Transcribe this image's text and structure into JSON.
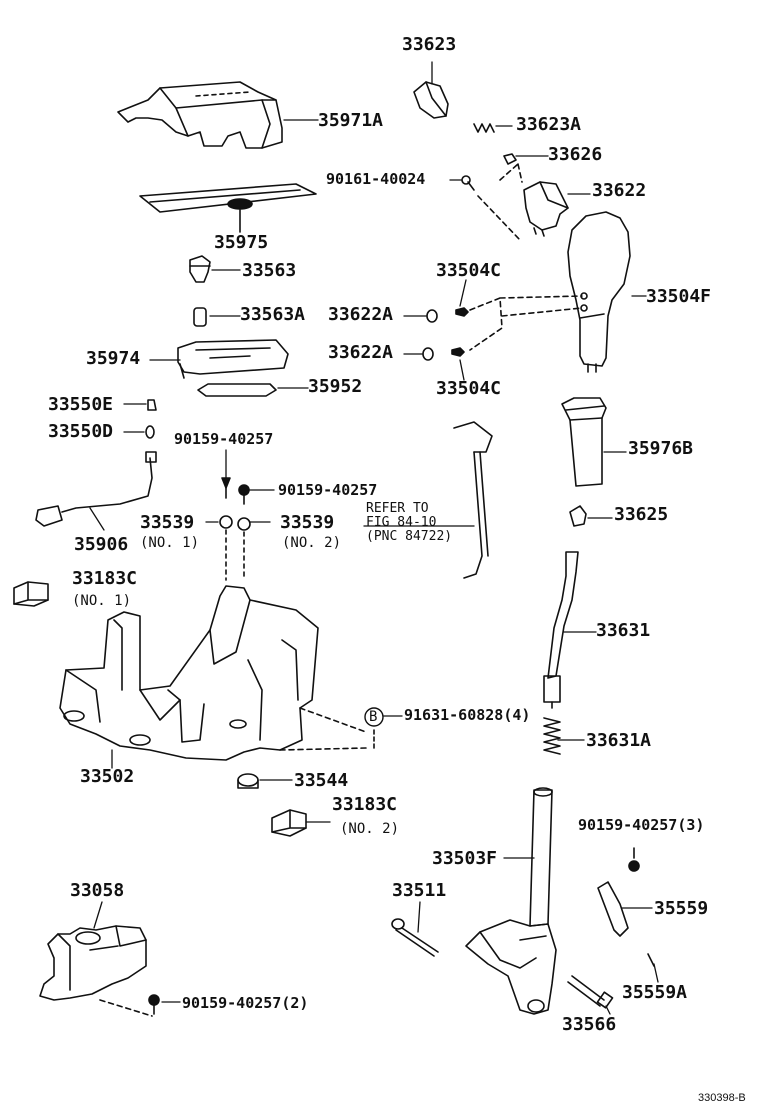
{
  "figure_id": "330398-B",
  "callout_letter": "B",
  "labels": {
    "p33623": "33623",
    "p35971A": "35971A",
    "p33623A": "33623A",
    "p33626": "33626",
    "p90161": "90161-40024",
    "p33622": "33622",
    "p35975": "35975",
    "p33563": "33563",
    "p33504C_a": "33504C",
    "p33563A": "33563A",
    "p33622A_a": "33622A",
    "p33504F": "33504F",
    "p35974": "35974",
    "p33622A_b": "33622A",
    "p33504C_b": "33504C",
    "p35952": "35952",
    "p33550E": "33550E",
    "p33550D": "33550D",
    "p90159_a": "90159-40257",
    "p35976B": "35976B",
    "p90159_b": "90159-40257",
    "p33539_a": "33539",
    "p33539_b": "33539",
    "p33625": "33625",
    "p35906": "35906",
    "p33183C_a": "33183C",
    "p33631": "33631",
    "p91631": "91631-60828(4)",
    "p33631A": "33631A",
    "p33502": "33502",
    "p33544": "33544",
    "p33183C_b": "33183C",
    "p90159_c": "90159-40257(3)",
    "p33503F": "33503F",
    "p33058": "33058",
    "p33511": "33511",
    "p35559": "35559",
    "p35559A": "35559A",
    "p90159_d": "90159-40257(2)",
    "p33566": "33566"
  },
  "notes": {
    "no1_a": "(NO. 1)",
    "no2_a": "(NO. 2)",
    "no1_b": "(NO. 1)",
    "no2_b": "(NO. 2)",
    "refer_1": "REFER TO",
    "refer_2": "FIG 84-10",
    "refer_3": "(PNC 84722)"
  }
}
